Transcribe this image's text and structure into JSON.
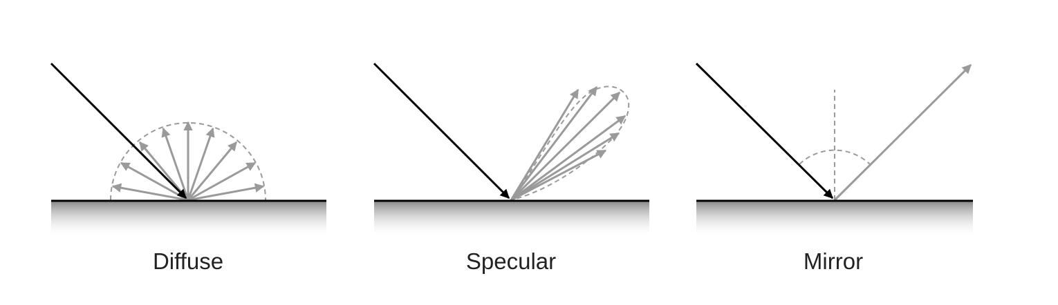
{
  "panels": [
    {
      "label": "Diffuse"
    },
    {
      "label": "Specular"
    },
    {
      "label": "Mirror"
    }
  ],
  "colors": {
    "background": "#ffffff",
    "surface": "#000000",
    "incident_ray": "#000000",
    "reflected_ray": "#9a9a9a",
    "envelope": "#9a9a9a",
    "shade_top": "#8a8a8a",
    "shade_bottom": "#ffffff",
    "label": "#222222"
  }
}
